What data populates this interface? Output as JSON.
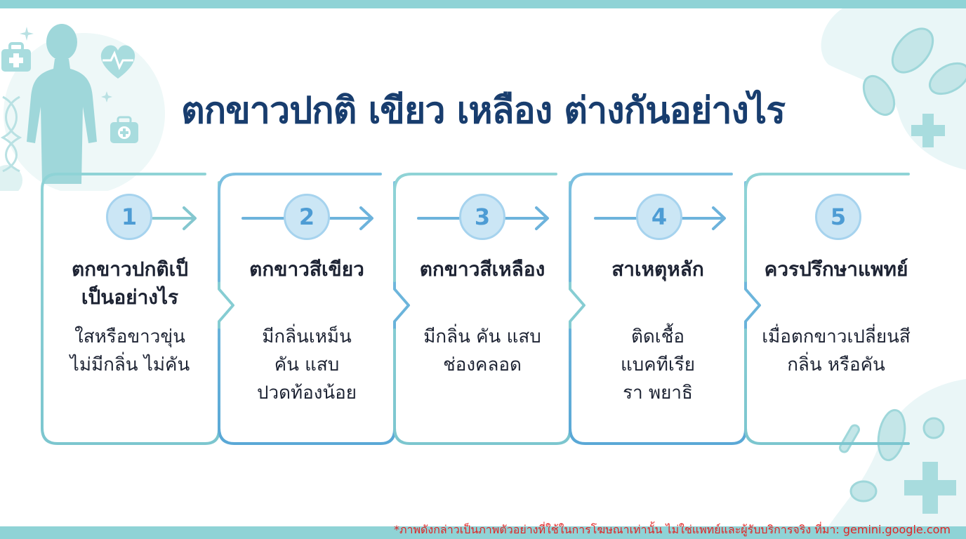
{
  "title": "ตกขาวปกติ เขียว เหลือง ต่างกันอย่างไร",
  "steps": [
    {
      "number": "1",
      "heading": [
        "ตกขาวปกติเป็",
        "เป็นอย่างไร"
      ],
      "desc": [
        "ใสหรือขาวขุ่น",
        "ไม่มีกลิ่น ไม่คัน"
      ]
    },
    {
      "number": "2",
      "heading": [
        "ตกขาวสีเขียว"
      ],
      "desc": [
        "มีกลิ่นเหม็น",
        "คัน แสบ",
        "ปวดท้องน้อย"
      ]
    },
    {
      "number": "3",
      "heading": [
        "ตกขาวสีเหลือง"
      ],
      "desc": [
        "มีกลิ่น คัน แสบ",
        "ช่องคลอด"
      ]
    },
    {
      "number": "4",
      "heading": [
        "สาเหตุหลัก"
      ],
      "desc": [
        "ติดเชื้อ",
        "แบคทีเรีย",
        "รา พยาธิ"
      ]
    },
    {
      "number": "5",
      "heading": [
        "ควรปรึกษาแพทย์"
      ],
      "desc": [
        "เมื่อตกขาวเปลี่ยนสี",
        "กลิ่น หรือคัน"
      ]
    }
  ],
  "disclaimer": "*ภาพดังกล่าวเป็นภาพตัวอย่างที่ใช้ในการโฆษณาเท่านั้น ไม่ใช่แพทย์และผู้รับบริการจริง ที่มา: gemini.google.com",
  "colors": {
    "title": "#183d6e",
    "text": "#1d2333",
    "border_teal": "#8fd3d6",
    "border_blue": "#6db3dc",
    "badge_fill": "#cbe6f5",
    "badge_text": "#4d9cd4",
    "disclaimer": "#e02424"
  }
}
